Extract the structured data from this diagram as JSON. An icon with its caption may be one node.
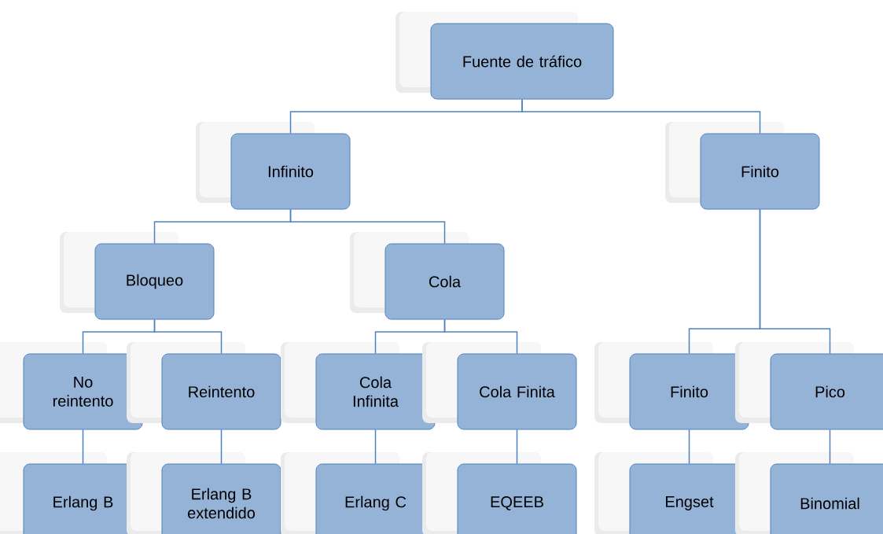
{
  "diagram": {
    "nodes": [
      {
        "text": [
          "Fuente de tráfico"
        ]
      },
      {
        "text": [
          "Infinito"
        ]
      },
      {
        "text": [
          "Finito"
        ]
      },
      {
        "text": [
          "Bloqueo"
        ]
      },
      {
        "text": [
          "Cola"
        ]
      },
      {
        "text": [
          "No reintento"
        ]
      },
      {
        "text": [
          "Reintento"
        ]
      },
      {
        "text": [
          "Cola Infinita"
        ]
      },
      {
        "text": [
          "Cola Finita"
        ]
      },
      {
        "text": [
          "Finito"
        ]
      },
      {
        "text": [
          "Pico"
        ]
      },
      {
        "text": [
          "Erlang B"
        ]
      },
      {
        "text": [
          "Erlang B extendido"
        ]
      },
      {
        "text": [
          "Erlang C"
        ]
      },
      {
        "text": [
          "EQEEB"
        ]
      },
      {
        "text": [
          "Engset"
        ]
      },
      {
        "text": [
          "Binomial"
        ]
      }
    ],
    "edges": [
      {
        "from": 0,
        "to": 1,
        "arrow": "none"
      },
      {
        "from": 0,
        "to": 2,
        "arrow": "none"
      },
      {
        "from": 1,
        "to": 3,
        "arrow": "none"
      },
      {
        "from": 1,
        "to": 4,
        "arrow": "none"
      },
      {
        "from": 3,
        "to": 5,
        "arrow": "none"
      },
      {
        "from": 3,
        "to": 6,
        "arrow": "none"
      },
      {
        "from": 4,
        "to": 7,
        "arrow": "none"
      },
      {
        "from": 4,
        "to": 8,
        "arrow": "none"
      },
      {
        "from": 2,
        "to": 9,
        "arrow": "none"
      },
      {
        "from": 2,
        "to": 10,
        "arrow": "none"
      },
      {
        "from": 5,
        "to": 11,
        "arrow": "none"
      },
      {
        "from": 6,
        "to": 12,
        "arrow": "none"
      },
      {
        "from": 7,
        "to": 13,
        "arrow": "none"
      },
      {
        "from": 8,
        "to": 14,
        "arrow": "none"
      },
      {
        "from": 9,
        "to": 15,
        "arrow": "none"
      },
      {
        "from": 10,
        "to": 16,
        "arrow": "none"
      }
    ]
  }
}
